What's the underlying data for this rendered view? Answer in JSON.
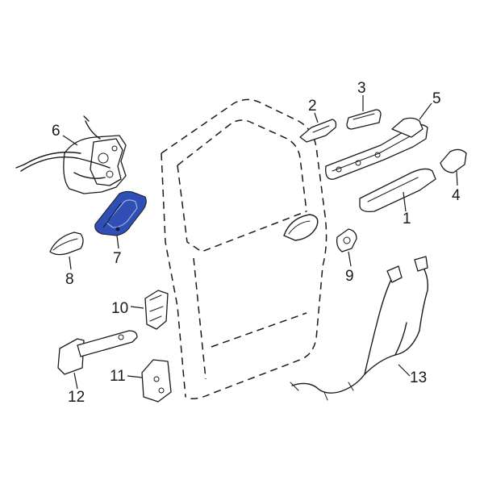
{
  "highlight_color": "#2f4fb5",
  "callouts": [
    {
      "key": "c1",
      "text": "1"
    },
    {
      "key": "c2",
      "text": "2"
    },
    {
      "key": "c3",
      "text": "3"
    },
    {
      "key": "c4",
      "text": "4"
    },
    {
      "key": "c5",
      "text": "5"
    },
    {
      "key": "c6",
      "text": "6"
    },
    {
      "key": "c7",
      "text": "7"
    },
    {
      "key": "c8",
      "text": "8"
    },
    {
      "key": "c9",
      "text": "9"
    },
    {
      "key": "c10",
      "text": "10"
    },
    {
      "key": "c11",
      "text": "11"
    },
    {
      "key": "c12",
      "text": "12"
    },
    {
      "key": "c13",
      "text": "13"
    }
  ],
  "highlighted_callout": "7"
}
